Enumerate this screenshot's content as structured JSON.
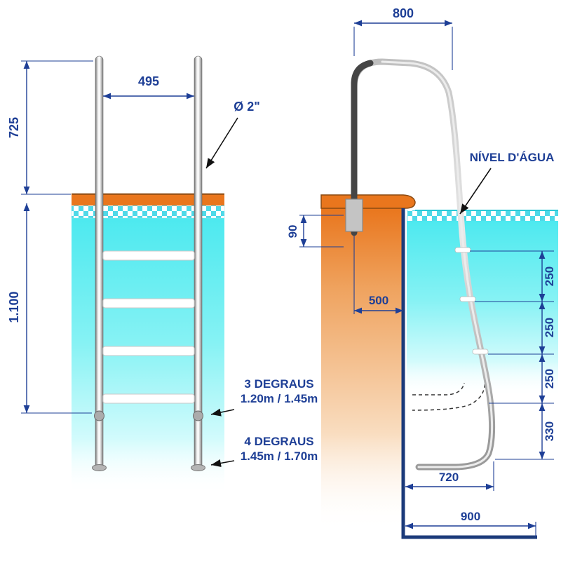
{
  "front_view": {
    "dim_rail_spacing": "495",
    "dim_above_water": "725",
    "dim_below_water": "1.100",
    "tube_diameter": "Ø 2\"",
    "option_3_label": "3 DEGRAUS",
    "option_3_sizes": "1.20m / 1.45m",
    "option_4_label": "4 DEGRAUS",
    "option_4_sizes": "1.45m / 1.70m"
  },
  "side_view": {
    "dim_reach": "800",
    "water_level_label": "NÍVEL D'ÁGUA",
    "dim_anchor_inset": "90",
    "dim_wall_offset": "500",
    "step_spacings": [
      "250",
      "250",
      "250"
    ],
    "dim_bottom_bend": "330",
    "dim_floor_inner": "720",
    "dim_floor_outer": "900"
  },
  "colors": {
    "dimension_blue": "#1e3f96",
    "leader_black": "#111111",
    "water_cyan": "#55eaef",
    "tile_checker_cyan": "#4fd9e8",
    "deck_orange": "#e9761d",
    "pool_wall_navy": "#1b3a7a",
    "rail_silver": "#c9c9c9",
    "rail_dark": "#454545"
  }
}
